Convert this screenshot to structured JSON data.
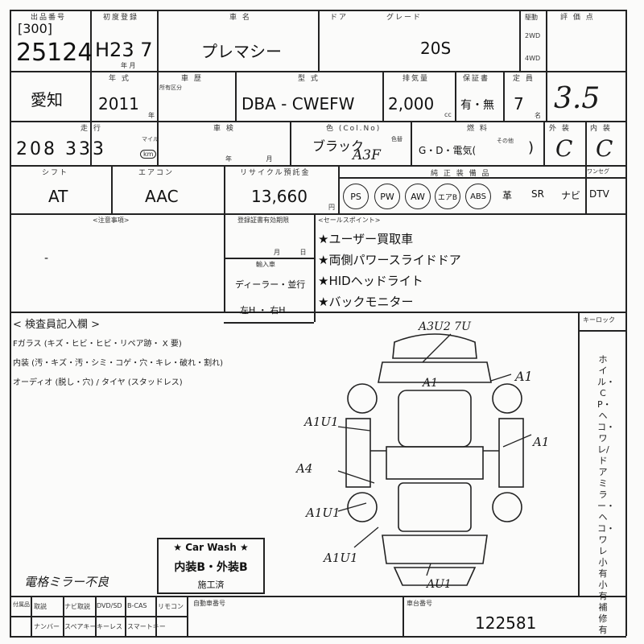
{
  "header": {
    "lot_label": "出品番号",
    "lot_code": "[300]",
    "lot_number": "25124",
    "first_reg_label": "初度登録",
    "first_reg": "H23 7",
    "first_reg_unit": "年 月",
    "name_label": "車 名",
    "door_label": "ドア",
    "grade_label": "グレード",
    "car_name": "プレマシー",
    "grade": "20S",
    "drive_label": "駆動",
    "drive_2wd": "2WD",
    "drive_4wd": "4WD",
    "score_label": "評 価 点"
  },
  "row2": {
    "region": "愛知",
    "year_label": "年 式",
    "year": "2011",
    "year_unit": "年",
    "history_label": "車 歴",
    "history_sub": "所有区分",
    "model_label": "型 式",
    "model": "DBA - CWEFW",
    "cc_label": "排気量",
    "cc": "2,000",
    "cc_unit": "cc",
    "warranty_label": "保証書",
    "warranty": "有・無",
    "seats_label": "定 員",
    "seats": "7",
    "seats_unit": "名",
    "score": "3.5"
  },
  "row3": {
    "mileage_label": "走 行",
    "mileage": "208 333",
    "mileage_unit_mile": "マイル",
    "mileage_unit_km": "km",
    "inspection_label": "車 検",
    "inspection_unit": "年 月",
    "color_label": "色 (Col.No)",
    "color": "ブラック",
    "color_code": "A3F",
    "color_change_label": "色替",
    "fuel_label": "燃 料",
    "fuel_options": "G・D・電気(",
    "fuel_other": "その他",
    "fuel_close": ")",
    "exterior_label": "外 装",
    "exterior": "C",
    "interior_label": "内 装",
    "interior": "C"
  },
  "row4": {
    "shift_label": "シフト",
    "shift": "AT",
    "aircon_label": "エアコン",
    "aircon": "AAC",
    "recycle_label": "リサイクル預託金",
    "recycle": "13,660",
    "recycle_unit": "円",
    "equipment_label": "純 正 装 備 品",
    "equipment": [
      "PS",
      "PW",
      "AW",
      "エアB",
      "ABS"
    ],
    "equipment_plain": [
      "革",
      "SR",
      "ナビ",
      "DTV"
    ],
    "tv_label": "ワンセグ"
  },
  "notes": {
    "notes_label": "<注意事項>",
    "expiry_label": "登録証書有効期限",
    "expiry_unit": "月 日",
    "import_label": "輸入車",
    "import_dealer": "ディーラー・並行",
    "import_handle": "左H ・ 右H",
    "sales_label": "<セールスポイント>",
    "sales_points": [
      "★ユーザー買取車",
      "★両側パワースライドドア",
      "★HIDヘッドライト",
      "★バックモニター"
    ]
  },
  "inspection": {
    "title": "< 検査員記入欄 >",
    "line1": "Fガラス (キズ・ヒビ・ヒビ・リペア跡・ X 要)",
    "line2": "内装 (汚・キズ・汚・シミ・コゲ・穴・キレ・破れ・割れ)",
    "line3": "オーディオ (脱し・穴) / タイヤ (スタッドレス)",
    "key_label": "キーロック",
    "side_text": "ホイル・CP・ヘコ・ワレ/ドアミラー・ヘコ・ワレ 小有 小有 補修有",
    "damage_marks": [
      "A3U2 7U",
      "A1",
      "A1",
      "A1U1",
      "A1",
      "A4",
      "A1U1",
      "A1U1",
      "AU1"
    ],
    "handnote": "電格ミラー不良"
  },
  "carwash": {
    "title": "★ Car Wash ★",
    "grade": "内装B・外装B",
    "done": "施工済"
  },
  "footer": {
    "cells_top": [
      "取説",
      "ナビ取説",
      "DVD/SD",
      "B-CAS",
      "リモコン"
    ],
    "cells_bottom": [
      "ナンバー",
      "スペアキー",
      "キーレス",
      "スマートキー"
    ],
    "chassis_label": "車台番号",
    "chassis_left_label": "自動車番号",
    "chassis_number": "122581"
  }
}
